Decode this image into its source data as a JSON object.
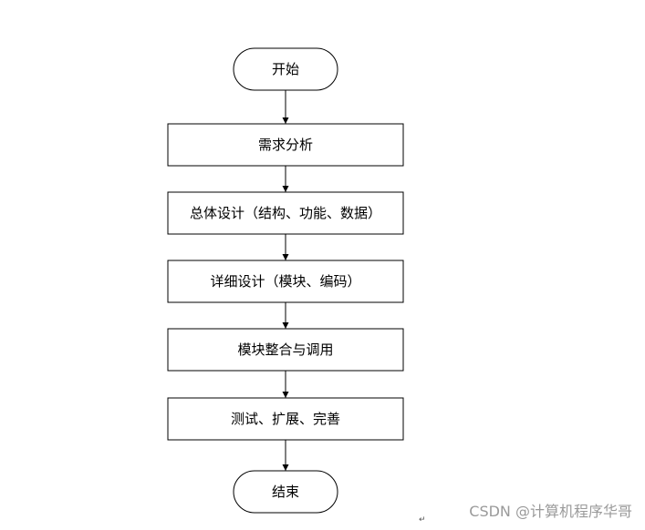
{
  "flowchart": {
    "nodes": [
      {
        "id": "start",
        "shape": "terminal",
        "label": "开始"
      },
      {
        "id": "requirements",
        "shape": "process",
        "label": "需求分析"
      },
      {
        "id": "overall-design",
        "shape": "process",
        "label": "总体设计（结构、功能、数据）"
      },
      {
        "id": "detailed-design",
        "shape": "process",
        "label": "详细设计（模块、编码）"
      },
      {
        "id": "integration",
        "shape": "process",
        "label": "模块整合与调用"
      },
      {
        "id": "testing",
        "shape": "process",
        "label": "测试、扩展、完善"
      },
      {
        "id": "end",
        "shape": "terminal",
        "label": "结束"
      }
    ],
    "edges": [
      {
        "from": "start",
        "to": "requirements"
      },
      {
        "from": "requirements",
        "to": "overall-design"
      },
      {
        "from": "overall-design",
        "to": "detailed-design"
      },
      {
        "from": "detailed-design",
        "to": "integration"
      },
      {
        "from": "integration",
        "to": "testing"
      },
      {
        "from": "testing",
        "to": "end"
      }
    ],
    "stroke_color": "#000000",
    "fill_color": "#ffffff"
  },
  "watermark": {
    "text": "CSDN @计算机程序华哥",
    "color": "#9a9a9a"
  },
  "paragraph_mark": "↵"
}
